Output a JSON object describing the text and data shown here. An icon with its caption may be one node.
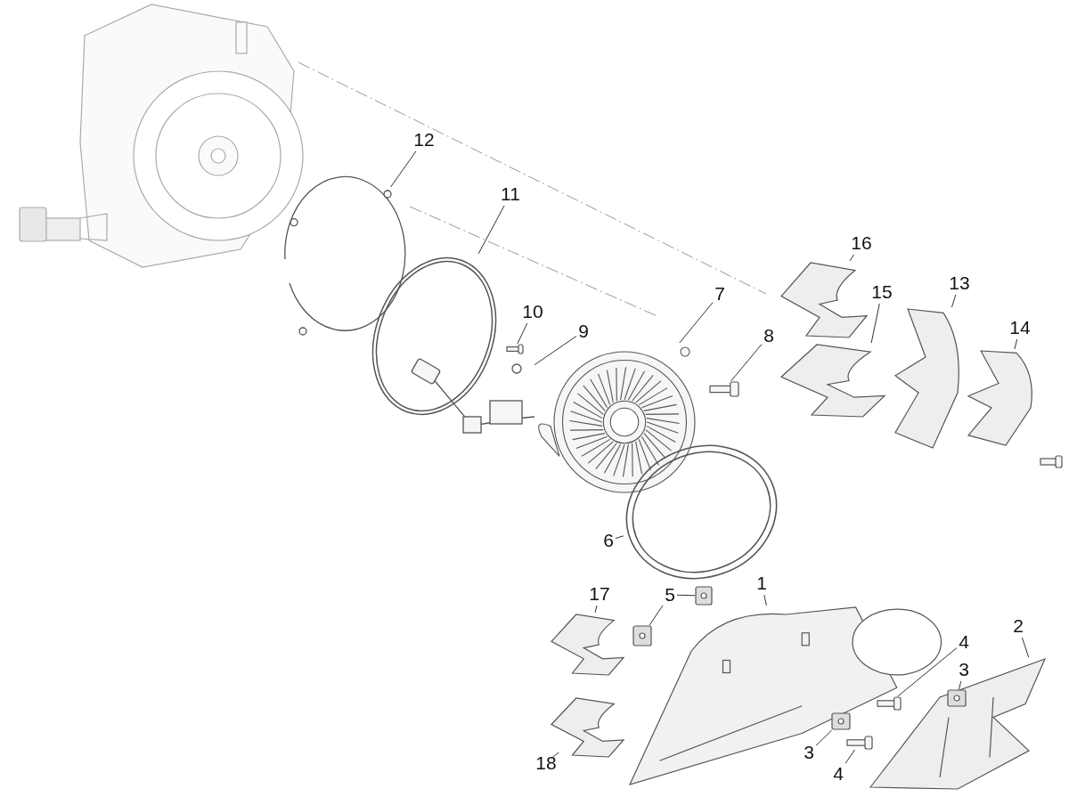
{
  "diagram": {
    "nodes": [
      {
        "text": [
          "12"
        ]
      },
      {
        "text": [],
        "shape": "picture"
      },
      {
        "text": [
          "11"
        ]
      },
      {
        "text": [],
        "shape": "picture"
      },
      {
        "text": [
          "10"
        ]
      },
      {
        "text": [],
        "shape": "picture"
      },
      {
        "text": [
          "9"
        ]
      },
      {
        "text": [],
        "shape": "picture"
      },
      {
        "text": [
          "7"
        ]
      },
      {
        "text": [],
        "shape": "picture"
      },
      {
        "text": [
          "8"
        ]
      },
      {
        "text": [],
        "shape": "picture"
      },
      {
        "text": [
          "16"
        ]
      },
      {
        "text": [],
        "shape": "picture"
      },
      {
        "text": [
          "15"
        ]
      },
      {
        "text": [],
        "shape": "picture"
      },
      {
        "text": [
          "13"
        ]
      },
      {
        "text": [],
        "shape": "picture"
      },
      {
        "text": [
          "14"
        ]
      },
      {
        "text": [],
        "shape": "picture"
      },
      {
        "text": [
          "6"
        ]
      },
      {
        "text": [],
        "shape": "picture"
      },
      {
        "text": [
          "1"
        ]
      },
      {
        "text": [],
        "shape": "picture"
      },
      {
        "text": [
          "5"
        ]
      },
      {
        "text": [],
        "shape": "picture"
      },
      {
        "text": [],
        "shape": "picture"
      },
      {
        "text": [
          "17"
        ]
      },
      {
        "text": [],
        "shape": "picture"
      },
      {
        "text": [
          "2"
        ]
      },
      {
        "text": [],
        "shape": "picture"
      },
      {
        "text": [
          "4"
        ]
      },
      {
        "text": [],
        "shape": "picture",
        "in": 23
      },
      {
        "text": [
          "3"
        ]
      },
      {
        "text": [],
        "shape": "picture",
        "in": 30
      },
      {
        "text": [
          "3"
        ]
      },
      {
        "text": [],
        "shape": "picture",
        "in": 23
      },
      {
        "text": [
          "4"
        ]
      },
      {
        "text": [],
        "shape": "picture",
        "in": 23
      },
      {
        "text": [
          "18"
        ]
      },
      {
        "text": [],
        "shape": "picture"
      }
    ],
    "edges": [
      {
        "from": 0,
        "to": 1,
        "arrow": "none"
      },
      {
        "from": 2,
        "to": 3,
        "arrow": "none"
      },
      {
        "from": 4,
        "to": 5,
        "arrow": "none"
      },
      {
        "from": 6,
        "to": 7,
        "arrow": "none"
      },
      {
        "from": 8,
        "to": 9,
        "arrow": "none"
      },
      {
        "from": 10,
        "to": 11,
        "arrow": "none"
      },
      {
        "from": 12,
        "to": 13,
        "arrow": "none"
      },
      {
        "from": 14,
        "to": 15,
        "arrow": "none"
      },
      {
        "from": 16,
        "to": 17,
        "arrow": "none"
      },
      {
        "from": 18,
        "to": 19,
        "arrow": "none"
      },
      {
        "from": 20,
        "to": 21,
        "arrow": "none"
      },
      {
        "from": 22,
        "to": 23,
        "arrow": "none"
      },
      {
        "from": 24,
        "to": 25,
        "arrow": "none"
      },
      {
        "from": 24,
        "to": 26,
        "arrow": "none"
      },
      {
        "from": 27,
        "to": 28,
        "arrow": "none"
      },
      {
        "from": 29,
        "to": 30,
        "arrow": "none"
      },
      {
        "from": 31,
        "to": 32,
        "arrow": "none"
      },
      {
        "from": 33,
        "to": 34,
        "arrow": "none"
      },
      {
        "from": 35,
        "to": 36,
        "arrow": "none"
      },
      {
        "from": 37,
        "to": 38,
        "arrow": "none"
      },
      {
        "from": 39,
        "to": 40,
        "arrow": "none"
      }
    ]
  }
}
